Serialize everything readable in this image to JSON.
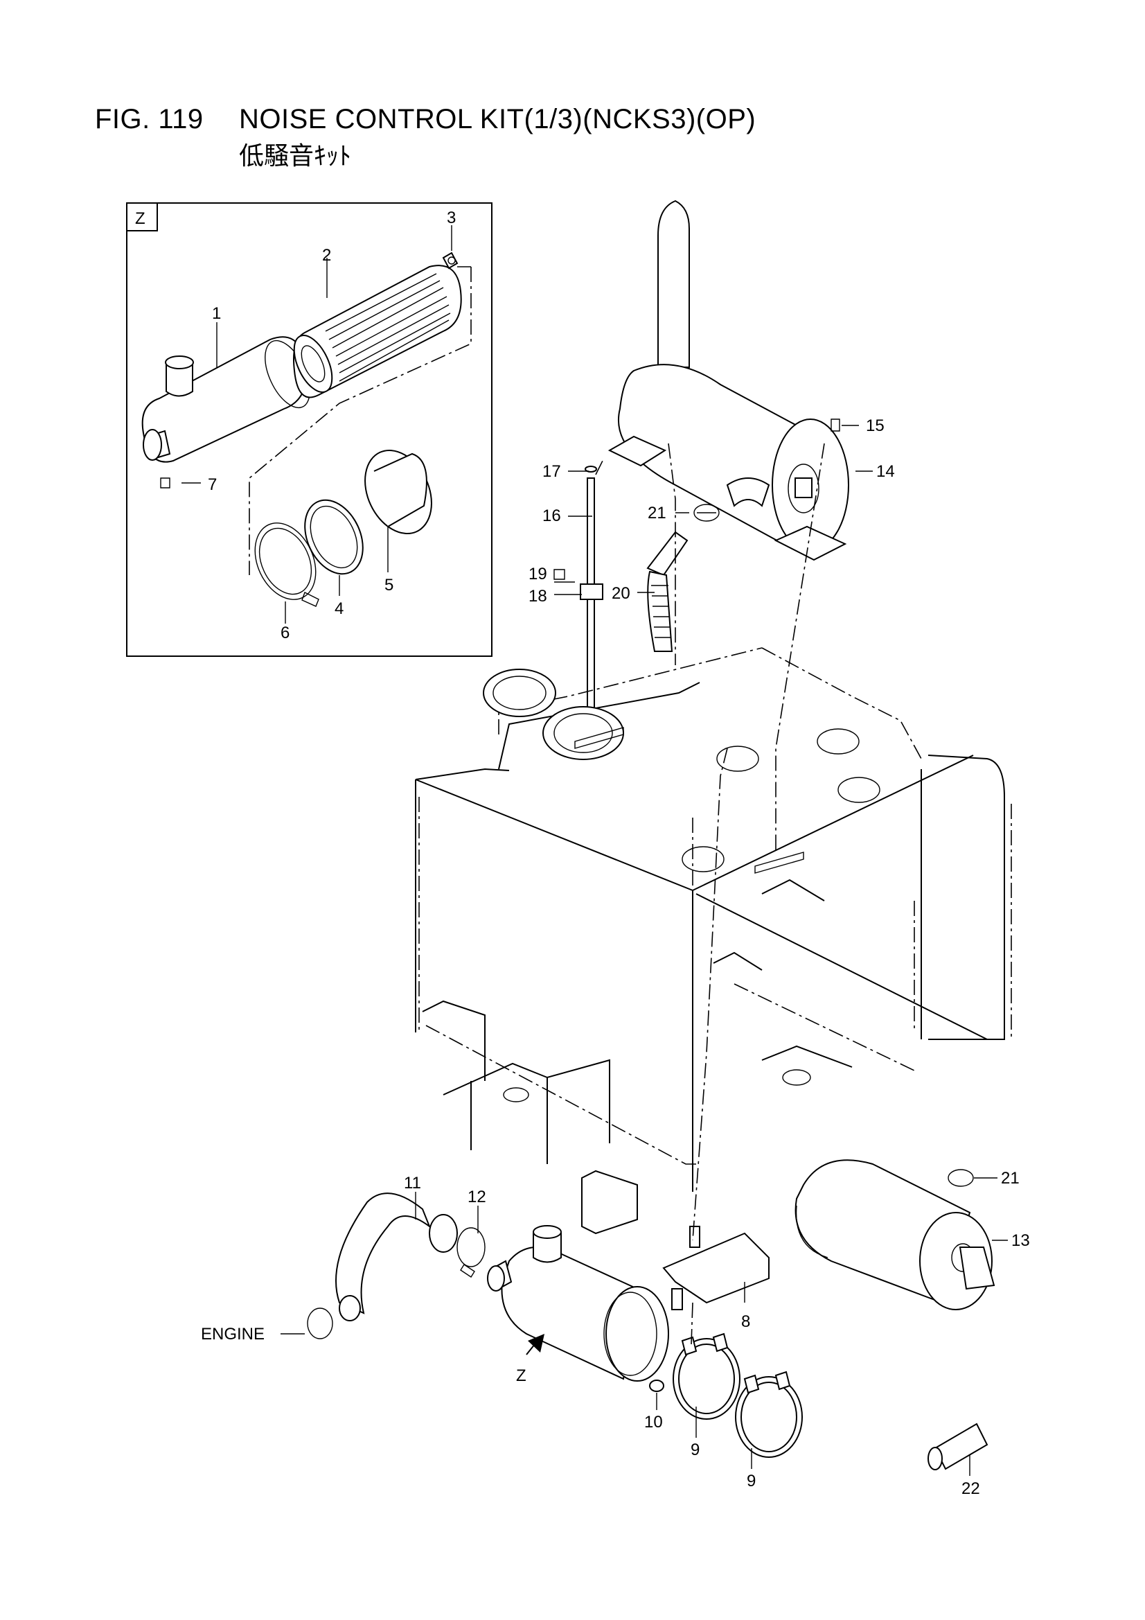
{
  "header": {
    "fig_number": "FIG. 119",
    "title": "NOISE CONTROL KIT(1/3)(NCKS3)(OP)",
    "subtitle": "低騒音ｷｯﾄ"
  },
  "detail_box": {
    "label": "Z"
  },
  "callouts": {
    "c1": "1",
    "c2": "2",
    "c3": "3",
    "c4": "4",
    "c5": "5",
    "c6": "6",
    "c7": "7",
    "c8": "8",
    "c9a": "9",
    "c9b": "9",
    "c10": "10",
    "c11": "11",
    "c12": "12",
    "c13": "13",
    "c14": "14",
    "c15": "15",
    "c16": "16",
    "c17": "17",
    "c18": "18",
    "c19": "19",
    "c20": "20",
    "c21a": "21",
    "c21b": "21",
    "c22": "22"
  },
  "labels": {
    "engine": "ENGINE",
    "view_z": "Z"
  }
}
